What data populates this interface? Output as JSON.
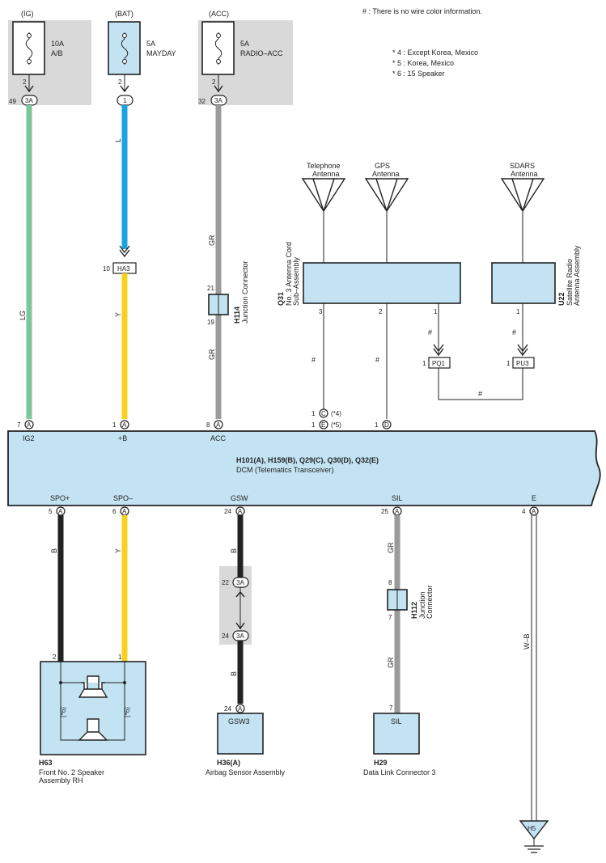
{
  "notes": {
    "no_color": "# : There is no wire color information.",
    "list": [
      "* 4 : Except Korea,  Mexico",
      "* 5 : Korea,  Mexico",
      "* 6 : 15 Speaker"
    ]
  },
  "fuses": {
    "ig": {
      "supply": "(IG)",
      "amp": "10A",
      "name": "A/B",
      "pin_top": "2",
      "pin_num": "49",
      "conn": "3A"
    },
    "bat": {
      "supply": "(BAT)",
      "amp": "5A",
      "name": "MAYDAY",
      "pin_top": "2",
      "pin_conn": "1"
    },
    "acc": {
      "supply": "(ACC)",
      "amp": "5A",
      "name": "RADIO–ACC",
      "pin_top": "2",
      "pin_num": "32",
      "conn": "3A"
    }
  },
  "wires": {
    "lg": "LG",
    "l": "L",
    "y": "Y",
    "gr": "GR",
    "hash": "#",
    "b": "B",
    "wb": "W–B",
    "colors": {
      "LG": "#7cc79a",
      "L": "#1aa3e0",
      "Y": "#f7d11e",
      "GR": "#9a9a9a",
      "B": "#222222"
    }
  },
  "ha3": {
    "pin": "10",
    "label": "HA3"
  },
  "h114": {
    "code": "H114",
    "name": "Junction Connector",
    "pin_top": "21",
    "pin_bottom": "19"
  },
  "antennas": {
    "telephone": "Telephone\nAntenna",
    "gps": "GPS\nAntenna",
    "sdars": "SDARS\nAntenna"
  },
  "q31": {
    "code": "Q31",
    "name1": "No. 3 Antenna Cord",
    "name2": "Sub–Assembly",
    "pins": [
      "3",
      "2",
      "1"
    ]
  },
  "u22": {
    "code": "U22",
    "name1": "Satellite Radio",
    "name2": "Antenna Assembly",
    "pin": "1"
  },
  "pq1": {
    "pin": "1",
    "label": "PQ1"
  },
  "pu3": {
    "pin": "1",
    "label": "PU3"
  },
  "dcm": {
    "title": "H101(A), H159(B), Q29(C), Q30(D), Q32(E)",
    "subtitle": "DCM (Telematics Transceiver)",
    "top_pins": [
      {
        "num": "7",
        "conn": "A",
        "label": "IG2"
      },
      {
        "num": "1",
        "conn": "A",
        "label": "+B"
      },
      {
        "num": "8",
        "conn": "A",
        "label": "ACC"
      },
      {
        "num": "1",
        "conn": "C",
        "label": "(*4)"
      },
      {
        "num": "1",
        "conn": "E",
        "label": "(*5)"
      },
      {
        "num": "1",
        "conn": "D",
        "label": ""
      }
    ],
    "bottom_pins": [
      {
        "num": "5",
        "conn": "A",
        "label": "SPO+"
      },
      {
        "num": "6",
        "conn": "A",
        "label": "SPO–"
      },
      {
        "num": "24",
        "conn": "A",
        "label": "GSW"
      },
      {
        "num": "25",
        "conn": "A",
        "label": "SIL"
      },
      {
        "num": "4",
        "conn": "A",
        "label": "E"
      }
    ]
  },
  "inline_3a": {
    "top_pin": "22",
    "bottom_pin": "24",
    "conn": "3A"
  },
  "h112": {
    "code": "H112",
    "name": "Junction\nConnector",
    "pin_top": "8",
    "pin_bottom": "7"
  },
  "h63": {
    "code": "H63",
    "name": "Front No.  2 Speaker\nAssembly RH",
    "pins": [
      "2",
      "1"
    ],
    "note": "(*6)"
  },
  "h36": {
    "code": "H36(A)",
    "name": "Airbag Sensor Assembly",
    "pin": "24",
    "conn": "A",
    "label": "GSW3"
  },
  "h29": {
    "code": "H29",
    "name": "Data Link Connector 3",
    "pin": "7",
    "label": "SIL"
  },
  "h5": {
    "label": "H5"
  }
}
